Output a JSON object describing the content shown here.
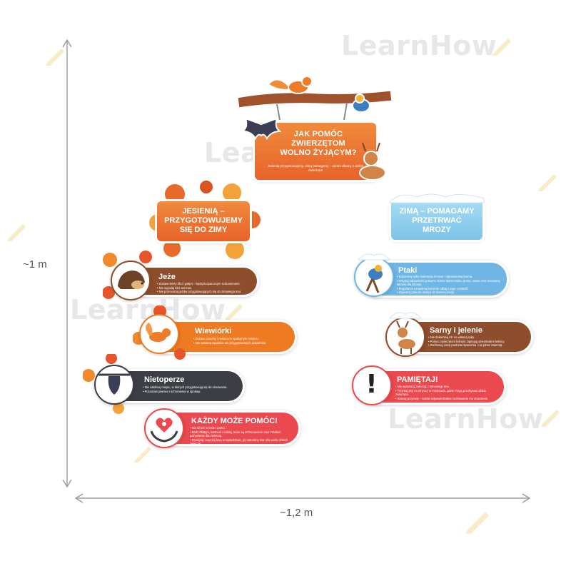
{
  "watermark": "LearnHow",
  "dimensions": {
    "height_label": "~1 m",
    "width_label": "~1,2 m"
  },
  "header_sign": {
    "title": "JAK POMÓC ZWIERZĘTOM WOLNO ŻYJĄCYM?",
    "subtitle": "Jesienią przygotowujemy, zimą pomagamy – razem dbamy o dzikie zwierzęta!"
  },
  "autumn_sign": {
    "title": "JESIENIĄ – PRZYGOTOWUJEMY SIĘ DO ZIMY"
  },
  "winter_sign": {
    "title": "ZIMĄ – POMAGAMY PRZETRWAĆ MROZY"
  },
  "cards": {
    "jeze": {
      "title": "Jeże",
      "bullets": [
        "Zostaw sterty liści i gałęzi – będą bezpiecznym schronieniem.",
        "Nie wypalaj liści ani traw.",
        "Nie przenoszaj jeżów przygotowujących się do zimowego snu."
      ],
      "color": "#8e4d2c"
    },
    "wiewiorki": {
      "title": "Wiewiórki",
      "bullets": [
        "Zostaw orzechy i nasiona w spokojnym miejscu.",
        "Nie zabieraj zapasów ani przygotowanych pokarmów."
      ],
      "color": "#ee7a22"
    },
    "nietoperze": {
      "title": "Nietoperze",
      "bullets": [
        "Nie zakłócaj miejsc, w których przygotowują się do zimowania.",
        "Pozostaw piwnice i schronienia w spokoju."
      ],
      "color": "#3b3f45"
    },
    "kazdy": {
      "title": "KAŻDY MOŻE POMÓC!",
      "bullets": [
        "Nie śmieć w lesie i parku.",
        "Badź dbałym, karmnik i rośliny, które są schronieniem oraz źródłem pożywienia dla zwierząt.",
        "Pamiętaj: zwyczaj lasu w sąsiedztwie, jej naturalny stan dla wielu dzikich zwierząt."
      ],
      "color": "#e9494f"
    },
    "ptaki": {
      "title": "Ptaki",
      "bullets": [
        "Dokarmiaj tylko zwierzęta zimowe i odpowiednią karmą.",
        "Wsypuj odpowiedni pokarm: ziarna słonecznika, proso, owies oraz niesolony słoninę dla sikorek.",
        "Regularnie uzupełniaj karmnik i dbaj o jego czystość.",
        "Zapewnij ptakom dostęp do świeżej wody."
      ],
      "color": "#6fb6e4"
    },
    "sarny": {
      "title": "Sarny i jelenie",
      "bullets": [
        "Nie dokarmiaj ich na własną rękę.",
        "Pomoc zwierzętom leśnym zajmują przeszkoleni leśnicy.",
        "Zachowaj ciszę podczas spacerów i nie płosz zwierząt."
      ],
      "color": "#8e4d2c"
    },
    "pamietaj": {
      "title": "PAMIĘTAJ!",
      "bullets": [
        "Nie wykaszaj zwierząt z zimowego snu.",
        "Trzymaj psy na smyczy w miejscach, gdzie mogą przebywać dzikie zwierzęta.",
        "Szanuj przyrodę – każde odpowiedzialne zachowanie ma znaczenie."
      ],
      "color": "#e9494f"
    }
  },
  "pamietaj_symbol": "!"
}
